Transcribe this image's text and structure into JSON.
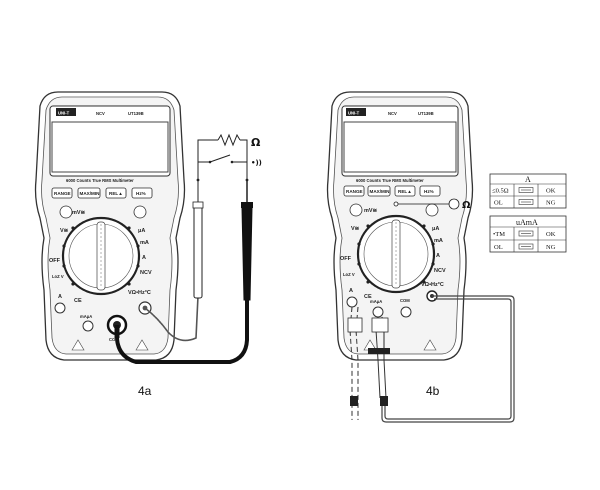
{
  "meter": {
    "brand": "UNI-T",
    "ncv_label": "NCV",
    "model": "UT139B",
    "subtitle": "6000 Counts True RMS Multimeter",
    "buttons": [
      "RANGE",
      "MAX/MIN",
      "REL▲",
      "Hz%"
    ],
    "dial": {
      "mv_label": "mV≅",
      "v_label": "V≅",
      "off_label": "OFF",
      "lozv_label": "LoZ V",
      "ua_label": "μA",
      "ma_label": "mA",
      "a_label": "A",
      "ncv_label": "NCV"
    },
    "jacks": {
      "a": "A",
      "mua": "mAμA",
      "com": "COM",
      "vohm": "VΩ•Hz°C"
    },
    "ce": "CE"
  },
  "figure_4a": {
    "caption": "4a",
    "ohm_symbol": "Ω",
    "sound_symbol": "•))"
  },
  "figure_4b": {
    "caption": "4b",
    "ohm_symbol": "Ω",
    "table_a": {
      "header": "A",
      "rows": [
        {
          "cond": "≤0.5Ω",
          "result": "OK"
        },
        {
          "cond": "OL",
          "result": "NG"
        }
      ]
    },
    "table_uama": {
      "header": "uAmA",
      "rows": [
        {
          "cond": "•TM",
          "result": "OK"
        },
        {
          "cond": "OL",
          "result": "NG"
        }
      ]
    }
  }
}
